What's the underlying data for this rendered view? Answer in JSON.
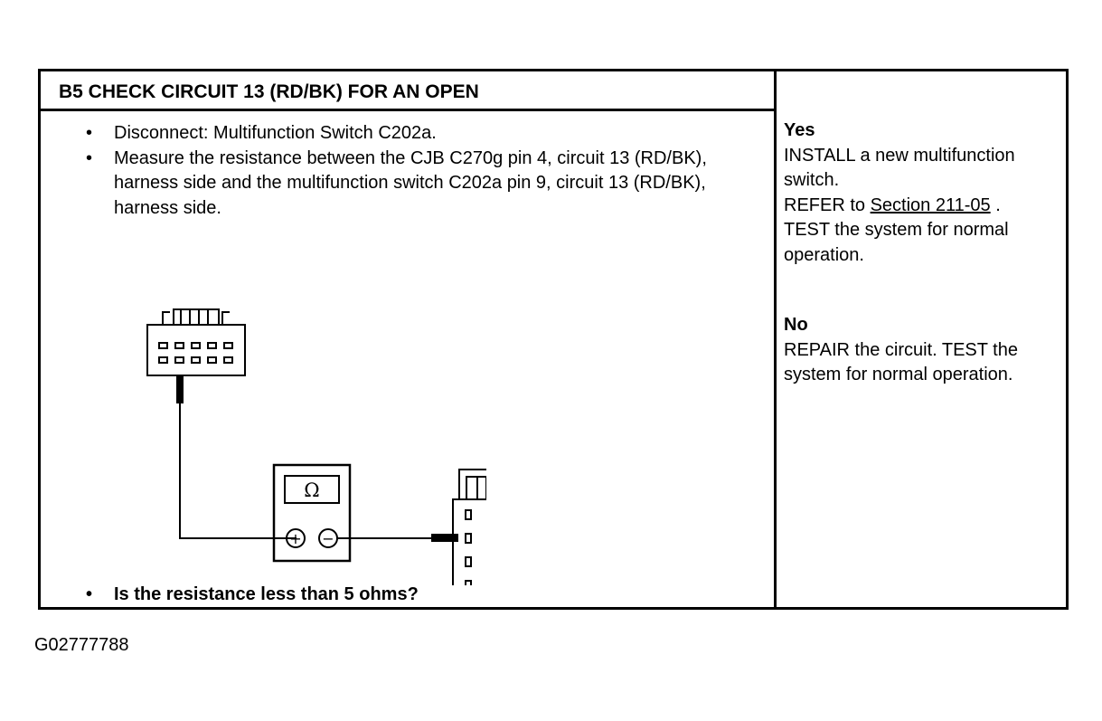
{
  "step": {
    "title": "B5 CHECK CIRCUIT 13 (RD/BK) FOR AN OPEN",
    "instructions": [
      "Disconnect: Multifunction Switch C202a.",
      "Measure the resistance between the CJB C270g pin 4, circuit 13 (RD/BK), harness side and the multifunction switch C202a pin 9, circuit 13 (RD/BK), harness side."
    ],
    "question": "Is the resistance less than 5 ohms?"
  },
  "diagram": {
    "meter_symbol": "Ω",
    "plus_symbol": "+",
    "minus_symbol": "−"
  },
  "results": {
    "yes": {
      "heading": "Yes",
      "line1": "INSTALL a new multifunction switch.",
      "refer_prefix": "REFER to ",
      "refer_link": "Section 211-05",
      "refer_suffix": " .",
      "line3": "TEST the system for normal operation."
    },
    "no": {
      "heading": "No",
      "text": "REPAIR the circuit. TEST the system for normal operation."
    }
  },
  "figure_id": "G02777788"
}
